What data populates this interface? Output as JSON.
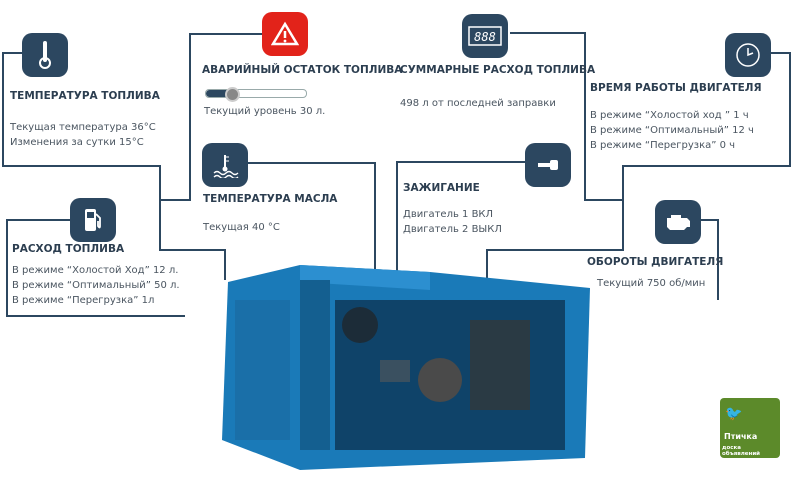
{
  "fuel_temperature": {
    "title": "ТЕМПЕРАТУРА ТОПЛИВА",
    "lines": [
      "Текущая температура 36°C",
      "Изменения за сутки    15°C"
    ]
  },
  "emergency_fuel": {
    "title": "АВАРИЙНЫЙ ОСТАТОК ТОПЛИВА",
    "level_text": "Текущий уровень  30 л.",
    "level_fraction": 0.25
  },
  "total_consumption": {
    "title": "СУММАРНЫЕ РАСХОД ТОПЛИВА",
    "text": "498 л от последней заправки"
  },
  "engine_runtime": {
    "title": "ВРЕМЯ РАБОТЫ ДВИГАТЕЛЯ",
    "lines": [
      "В режиме  “Холостой ход ” 1 ч",
      "В режиме “Оптимальный” 12 ч",
      "В режиме “Перегрузка” 0 ч"
    ]
  },
  "oil_temperature": {
    "title": "ТЕМПЕРАТУРА МАСЛА",
    "text": "Текущая 40 °C"
  },
  "ignition": {
    "title": "ЗАЖИГАНИЕ",
    "lines": [
      "Двигатель 1 ВКЛ",
      "Двигатель 2 ВЫКЛ"
    ]
  },
  "fuel_consumption": {
    "title": "РАСХОД ТОПЛИВА",
    "lines": [
      "В режиме  “Холостой Ход”  12 л.",
      "В режиме “Оптимальный” 50 л.",
      "В режиме  “Перегрузка” 1л"
    ]
  },
  "engine_rpm": {
    "title": "ОБОРОТЫ ДВИГАТЕЛЯ",
    "text": "Текущий 750 об/мин"
  },
  "logo": {
    "name": "Птичка",
    "tagline": "доска объявлений"
  },
  "colors": {
    "icon_bg": "#2c4760",
    "alert": "#e2231a",
    "generator": "#1a7ab8"
  }
}
